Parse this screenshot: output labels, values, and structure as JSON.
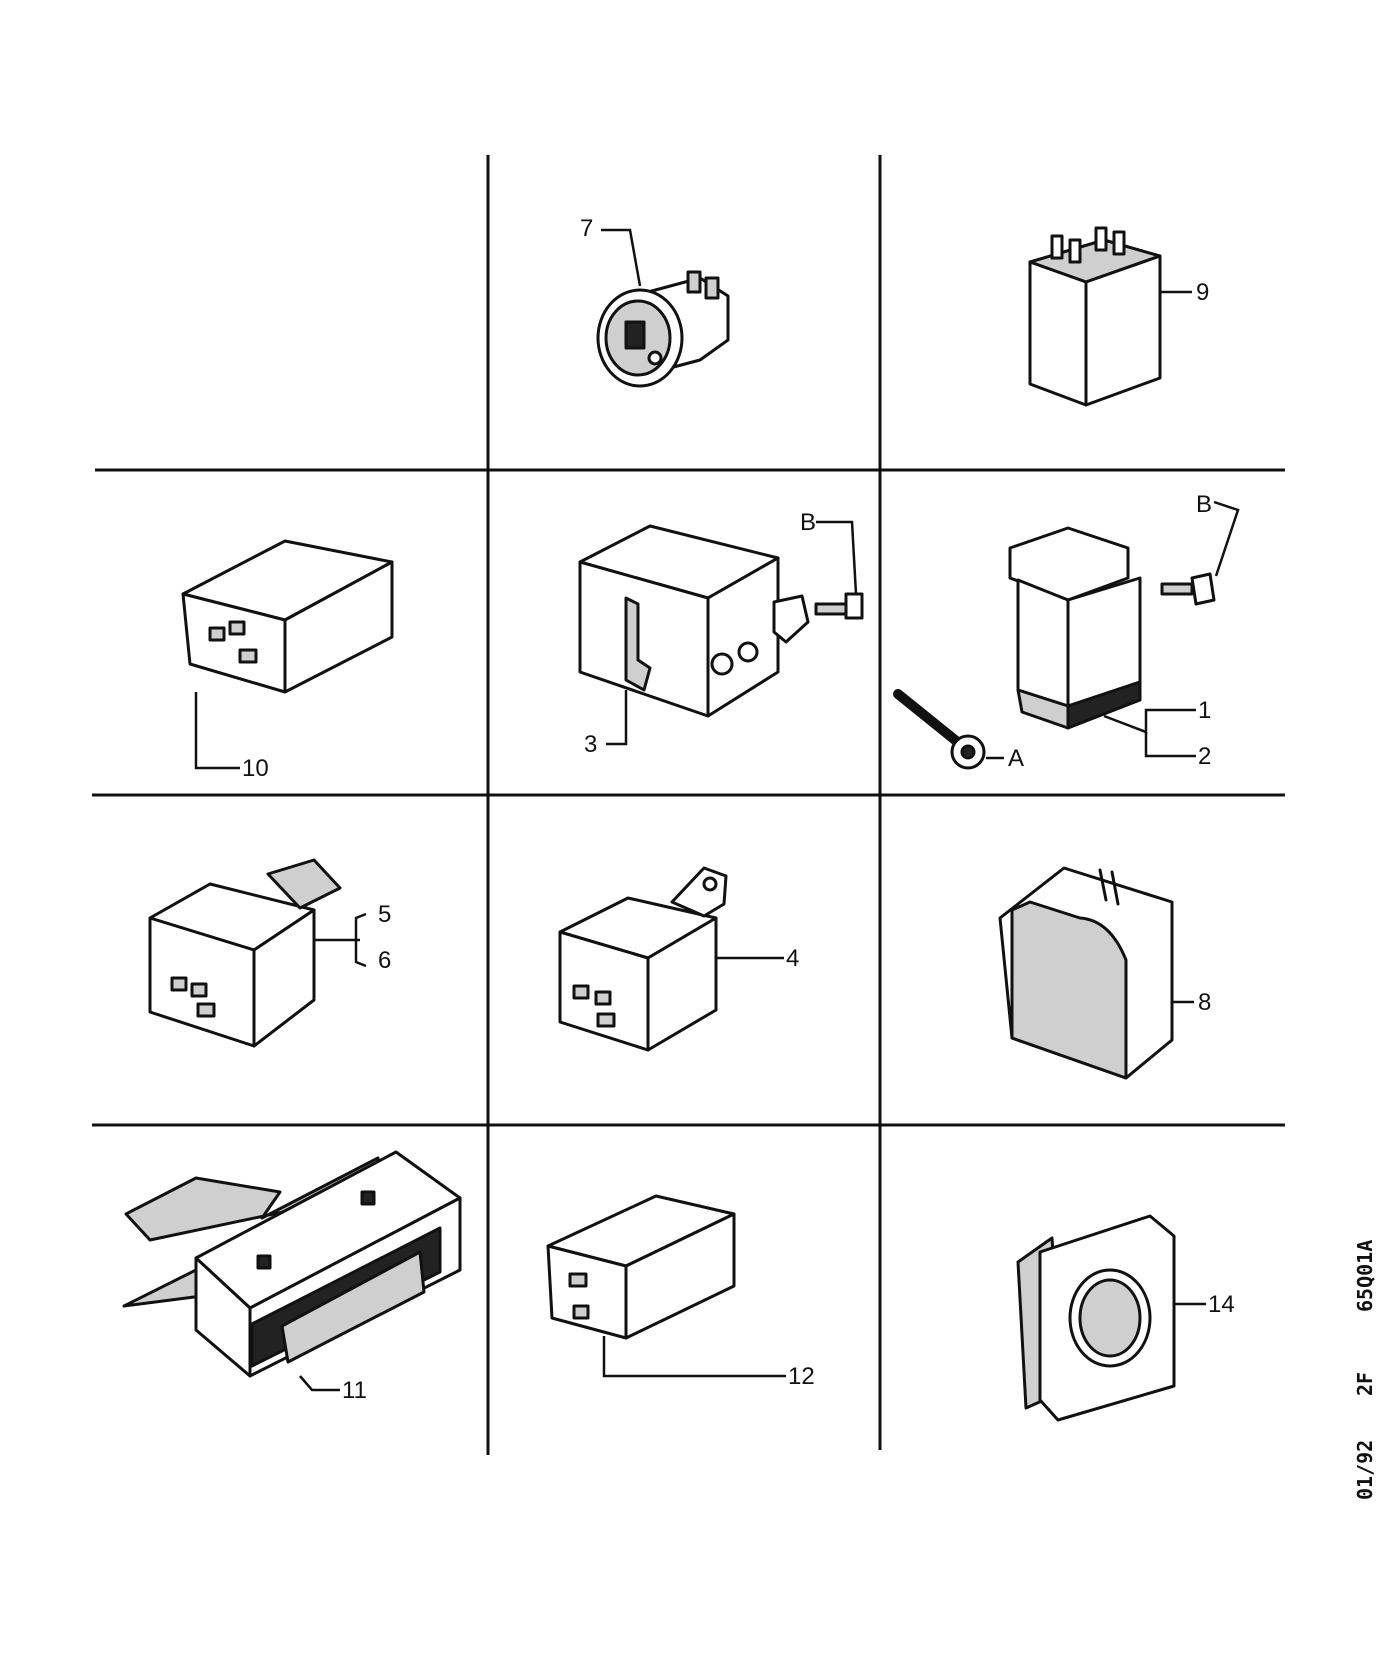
{
  "diagram": {
    "callouts": {
      "p1": "1",
      "p2": "2",
      "p3": "3",
      "p4": "4",
      "p5": "5",
      "p6": "6",
      "p7": "7",
      "p8": "8",
      "p9": "9",
      "p10": "10",
      "p11": "11",
      "p12": "12",
      "p14": "14",
      "A": "A",
      "B_left": "B",
      "B_right": "B"
    },
    "margin_codes": {
      "ref": "65Q01A",
      "sheet": "2F",
      "date": "01/92"
    }
  }
}
